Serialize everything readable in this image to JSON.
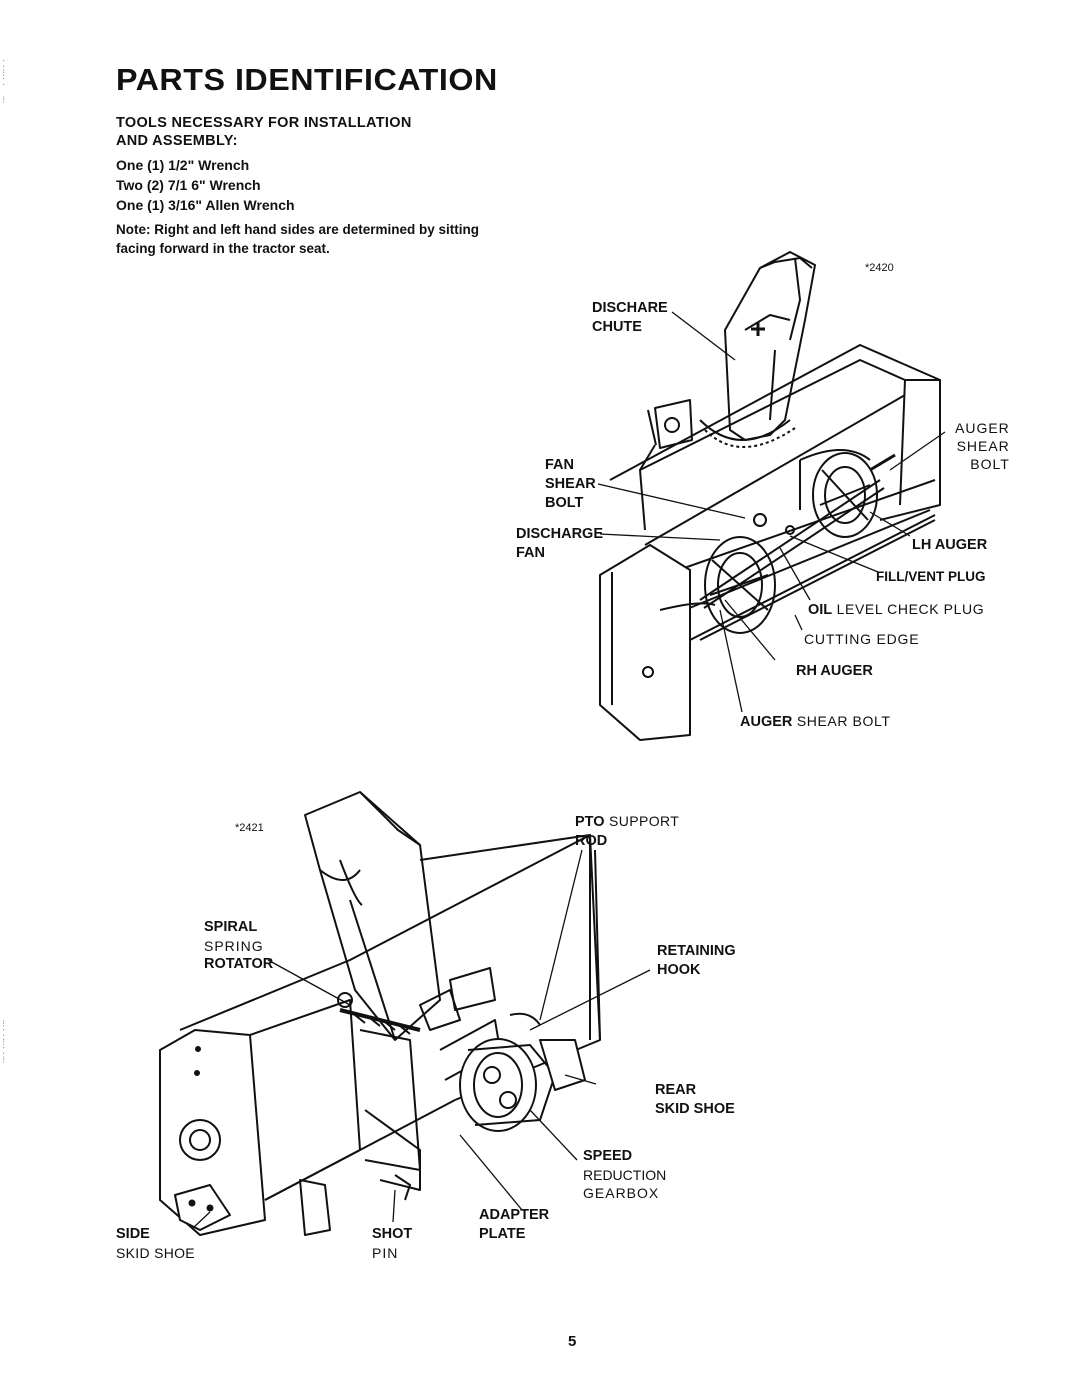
{
  "page": {
    "title": "PARTS IDENTIFICATION",
    "tools_heading_line1": "TOOLS NECESSARY FOR INSTALLATION",
    "tools_heading_line2": "AND ASSEMBLY:",
    "tools": [
      "One (1) 1/2\" Wrench",
      "Two (2) 7/1 6\" Wrench",
      "One (1) 3/16\" Allen Wrench"
    ],
    "note_line1": "Note: Right and left hand sides are determined by sitting",
    "note_line2": "facing forward in the tractor seat.",
    "page_number": "5"
  },
  "figure_top": {
    "figure_number": "*2420",
    "labels": {
      "discharge_chute_1": "DISCHARE",
      "discharge_chute_2": "CHUTE",
      "fan_shear_bolt_1": "FAN",
      "fan_shear_bolt_2": "SHEAR",
      "fan_shear_bolt_3": "BOLT",
      "discharge_fan_1": "DISCHARGE",
      "discharge_fan_2": "FAN",
      "auger_shear_bolt_r_1": "AUGER",
      "auger_shear_bolt_r_2": "SHEAR",
      "auger_shear_bolt_r_3": "BOLT",
      "lh_auger": "LH AUGER",
      "fill_vent_plug": "FILL/VENT PLUG",
      "oil_level_bold": "OIL",
      "oil_level_rest": "LEVEL CHECK PLUG",
      "cutting_edge": "CUTTING EDGE",
      "rh_auger": "RH AUGER",
      "auger_shear_bolt_bottom_bold": "AUGER",
      "auger_shear_bolt_bottom_rest": "SHEAR BOLT"
    }
  },
  "figure_bottom": {
    "figure_number": "*2421",
    "labels": {
      "pto_bold": "PTO",
      "pto_rest": "SUPPORT",
      "rod": "ROD",
      "spiral": "SPIRAL",
      "spring": "SPRING",
      "rotator": "ROTATOR",
      "retaining": "RETAINING",
      "hook": "HOOK",
      "rear": "REAR",
      "skid_shoe": "SKID SHOE",
      "speed": "SPEED",
      "reduction": "REDUCTION",
      "gearbox": "GEARBOX",
      "adapter": "ADAPTER",
      "plate": "PLATE",
      "side": "SIDE",
      "side_skid_shoe": "SKID SHOE",
      "shot": "SHOT",
      "pin": "PIN"
    }
  }
}
